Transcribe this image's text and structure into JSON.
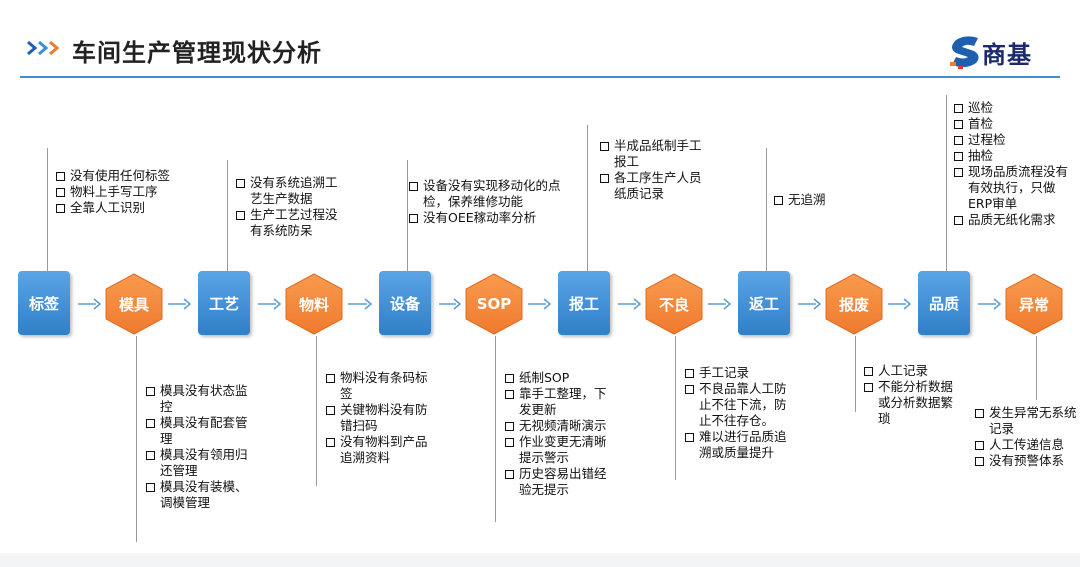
{
  "header": {
    "title": "车间生产管理现状分析",
    "logo_text": "商基"
  },
  "colors": {
    "process_blue": "#3a8fd6",
    "process_orange": "#f07a2e",
    "accent_line": "#3a8fd6"
  },
  "steps": [
    {
      "label": "标签",
      "shape": "rect",
      "note_position": "above",
      "notes": [
        "没有使用任何标签",
        "物料上手写工序",
        "全靠人工识别"
      ]
    },
    {
      "label": "模具",
      "shape": "hexagon",
      "note_position": "below",
      "notes": [
        "模具没有状态监控",
        "模具没有配套管理",
        "模具没有领用归还管理",
        "模具没有装模、调模管理"
      ]
    },
    {
      "label": "工艺",
      "shape": "rect",
      "note_position": "above",
      "notes": [
        "没有系统追溯工艺生产数据",
        "生产工艺过程没有系统防呆"
      ]
    },
    {
      "label": "物料",
      "shape": "hexagon",
      "note_position": "below",
      "notes": [
        "物料没有条码标签",
        "关键物料没有防错扫码",
        "没有物料到产品追溯资料"
      ]
    },
    {
      "label": "设备",
      "shape": "rect",
      "note_position": "above",
      "notes": [
        "设备没有实现移动化的点检，保养维修功能",
        "没有OEE稼动率分析"
      ]
    },
    {
      "label": "SOP",
      "shape": "hexagon",
      "note_position": "below",
      "notes": [
        "纸制SOP",
        "靠手工整理，下发更新",
        "无视频清晰演示",
        "作业变更无清晰提示警示",
        "历史容易出错经验无提示"
      ]
    },
    {
      "label": "报工",
      "shape": "rect",
      "note_position": "above",
      "notes": [
        "半成品纸制手工报工",
        "各工序生产人员纸质记录"
      ]
    },
    {
      "label": "不良",
      "shape": "hexagon",
      "note_position": "below",
      "notes": [
        "手工记录",
        "不良品靠人工防止不往下流，防止不往存仓。",
        "难以进行品质追溯或质量提升"
      ]
    },
    {
      "label": "返工",
      "shape": "rect",
      "note_position": "above",
      "notes": [
        "无追溯"
      ]
    },
    {
      "label": "报废",
      "shape": "hexagon",
      "note_position": "below",
      "notes": [
        "人工记录",
        "不能分析数据或分析数据繁琐"
      ]
    },
    {
      "label": "品质",
      "shape": "rect",
      "note_position": "above",
      "notes": [
        "巡检",
        "首检",
        "过程检",
        "抽检",
        "现场品质流程没有有效执行，只做ERP审单",
        "品质无纸化需求"
      ]
    },
    {
      "label": "异常",
      "shape": "hexagon",
      "note_position": "below",
      "notes": [
        "发生异常无系统记录",
        "人工传递信息",
        "没有预警体系"
      ]
    }
  ]
}
